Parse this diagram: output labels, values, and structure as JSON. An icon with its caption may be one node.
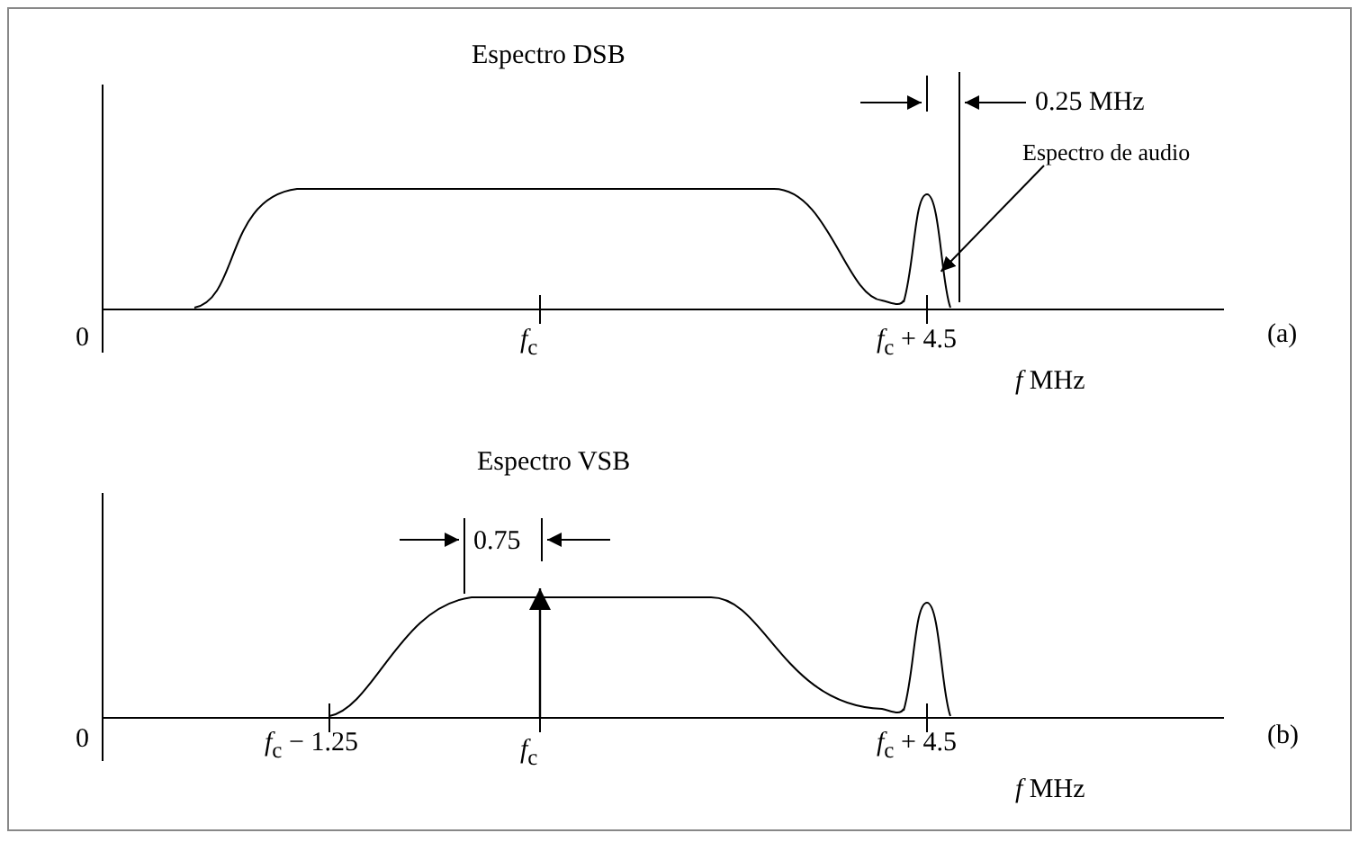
{
  "diagram": {
    "nodes": [
      {
        "text": [
          "Espectro de audio"
        ]
      },
      {
        "text": [],
        "shape": "curve"
      }
    ],
    "edges": [
      {
        "from": 0,
        "to": 1,
        "arrow": "to"
      }
    ],
    "labels": [
      "Espectro DSB",
      "0.25 MHz",
      "0",
      "(a)",
      "*f*$_{c}$",
      "*f*$_{c}$ + 4.5",
      "*f* MHz",
      "Espectro VSB",
      "0.75",
      "0",
      "(b)",
      "*f*$_{c}$ − 1.25",
      "*f*$_{c}$",
      "*f*$_{c}$ + 4.5",
      "*f* MHz"
    ]
  }
}
